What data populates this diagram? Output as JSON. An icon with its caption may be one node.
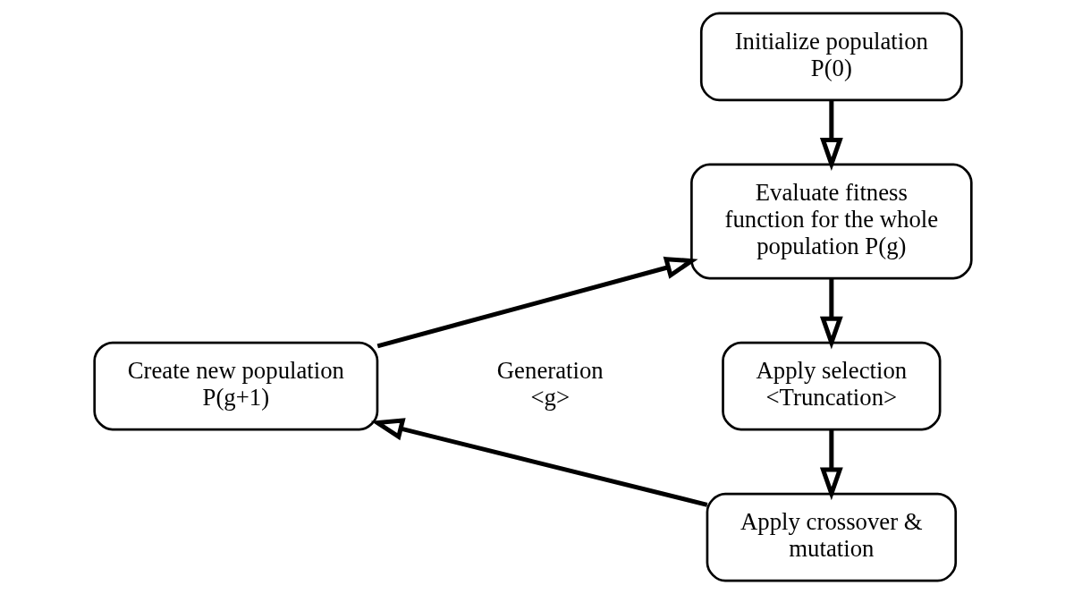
{
  "diagram": {
    "nodes": [
      {
        "text": [
          "Initialize population P(0)"
        ]
      },
      {
        "text": [
          "Evaluate fitness function for the whole population P(g)"
        ]
      },
      {
        "text": [
          "Create new population P(g+1)"
        ]
      },
      {
        "text": [
          "Apply selection <Truncation>"
        ]
      },
      {
        "text": [
          "Apply crossover & mutation"
        ]
      }
    ],
    "edges": [
      {
        "from": 0,
        "to": 1,
        "arrow": "to"
      },
      {
        "from": 1,
        "to": 3,
        "arrow": "to"
      },
      {
        "from": 3,
        "to": 4,
        "arrow": "to"
      },
      {
        "from": 4,
        "to": 2,
        "arrow": "to"
      },
      {
        "from": 2,
        "to": 1,
        "arrow": "to"
      }
    ],
    "labels": [
      "Generation <g>"
    ]
  }
}
